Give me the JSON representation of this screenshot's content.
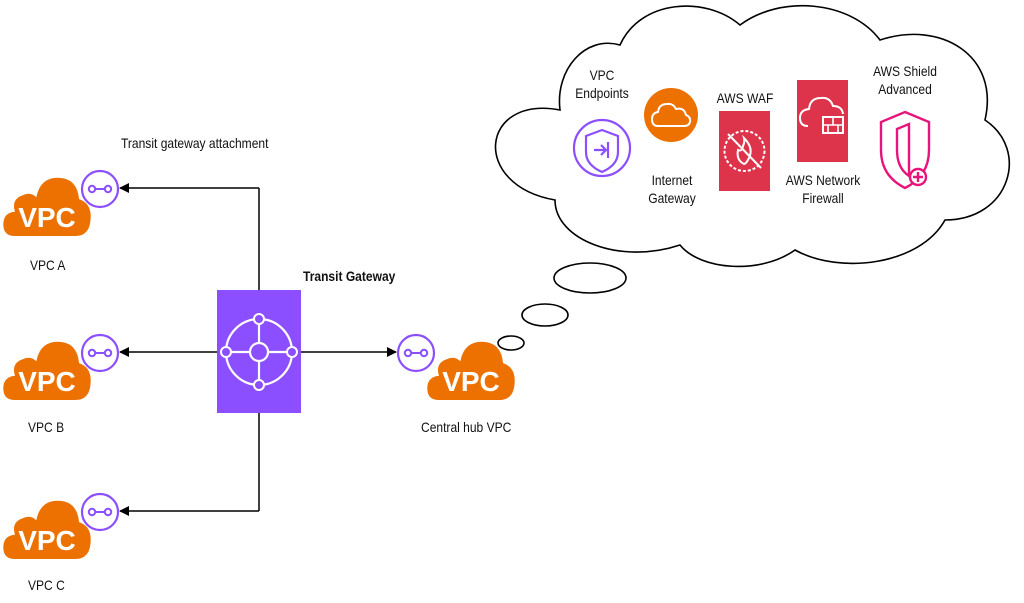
{
  "labels": {
    "transit_attachment": "Transit gateway attachment",
    "transit_gateway": "Transit Gateway",
    "vpc_a": "VPC A",
    "vpc_b": "VPC B",
    "vpc_c": "VPC C",
    "central_hub": "Central hub VPC"
  },
  "vpc_icon_text": "VPC",
  "cloud_services": {
    "vpc_endpoints": "VPC\nEndpoints",
    "internet_gateway": "Internet\nGateway",
    "aws_waf": "AWS WAF",
    "network_firewall": "AWS Network\nFirewall",
    "shield_advanced": "AWS Shield\nAdvanced"
  },
  "colors": {
    "vpc_orange": "#ED7100",
    "tgw_purple": "#8C4FFF",
    "attachment_purple": "#8C4FFF",
    "waf_red": "#DD344C",
    "shield_pink": "#E7157B",
    "line": "#000000"
  },
  "icons": {
    "vpc": "vpc-cloud-icon",
    "attachment": "transit-gateway-attachment-icon",
    "transit_gateway": "transit-gateway-icon",
    "vpc_endpoints": "vpc-endpoints-icon",
    "internet_gateway": "internet-gateway-icon",
    "aws_waf": "aws-waf-icon",
    "network_firewall": "network-firewall-icon",
    "shield_advanced": "shield-advanced-icon"
  }
}
